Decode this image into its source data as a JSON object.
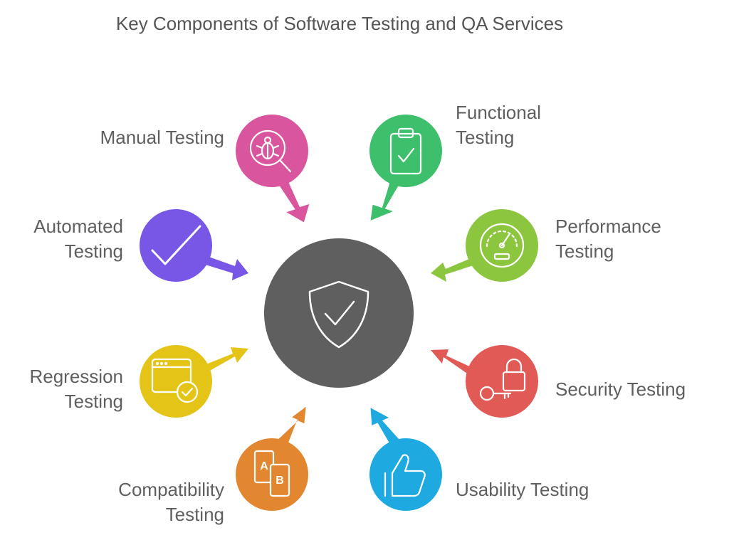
{
  "title": "Key Components of Software Testing and QA Services",
  "center": {
    "icon": "shield-check-icon",
    "color": "#5f5f5f"
  },
  "components": [
    {
      "id": "manual",
      "lines": [
        "Manual Testing"
      ],
      "icon": "bug-magnifier-icon",
      "color": "#d9559d"
    },
    {
      "id": "functional",
      "lines": [
        "Functional",
        "Testing"
      ],
      "icon": "clipboard-check-icon",
      "color": "#3dbf6c"
    },
    {
      "id": "automated",
      "lines": [
        "Automated",
        "Testing"
      ],
      "icon": "checkmark-icon",
      "color": "#7857e6"
    },
    {
      "id": "performance",
      "lines": [
        "Performance",
        "Testing"
      ],
      "icon": "speedometer-icon",
      "color": "#8cc63f"
    },
    {
      "id": "regression",
      "lines": [
        "Regression",
        "Testing"
      ],
      "icon": "browser-check-icon",
      "color": "#e4c517"
    },
    {
      "id": "security",
      "lines": [
        "Security Testing"
      ],
      "icon": "lock-key-icon",
      "color": "#e15a55"
    },
    {
      "id": "compatibility",
      "lines": [
        "Compatibility",
        "Testing"
      ],
      "icon": "ab-devices-icon",
      "color": "#e2862f"
    },
    {
      "id": "usability",
      "lines": [
        "Usability Testing"
      ],
      "icon": "thumbs-up-icon",
      "color": "#1ea9e1"
    }
  ]
}
